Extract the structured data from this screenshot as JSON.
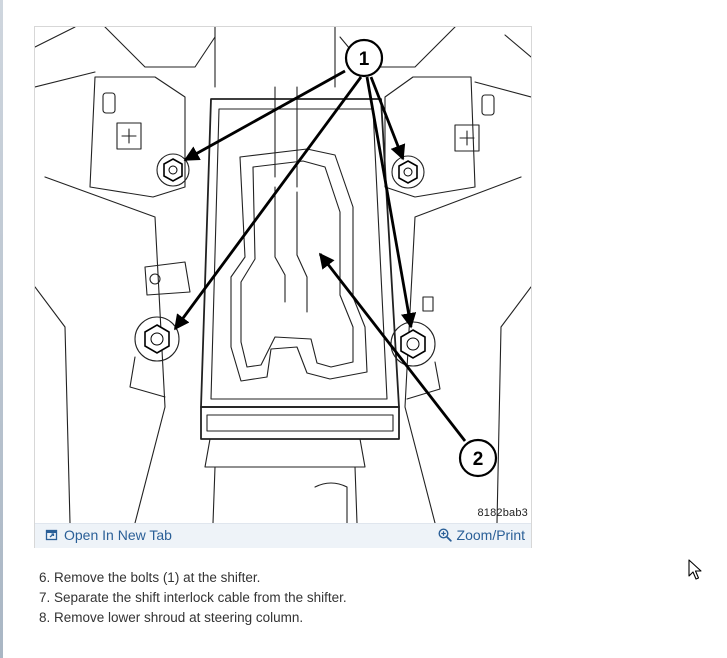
{
  "figure": {
    "code": "8182bab3",
    "callout_1": "1",
    "callout_2": "2",
    "open_new_tab_label": "Open In New Tab",
    "zoom_print_label": "Zoom/Print",
    "open_icon": "open-in-new-tab-icon",
    "zoom_icon": "zoom-in-icon",
    "link_color": "#2a5f97"
  },
  "steps": [
    {
      "text": "6. Remove the bolts (1) at the shifter."
    },
    {
      "text": "7. Separate the shift interlock cable from the shifter."
    },
    {
      "text": "8. Remove lower shroud at steering column."
    }
  ],
  "cursor_icon": "mouse-pointer-icon"
}
